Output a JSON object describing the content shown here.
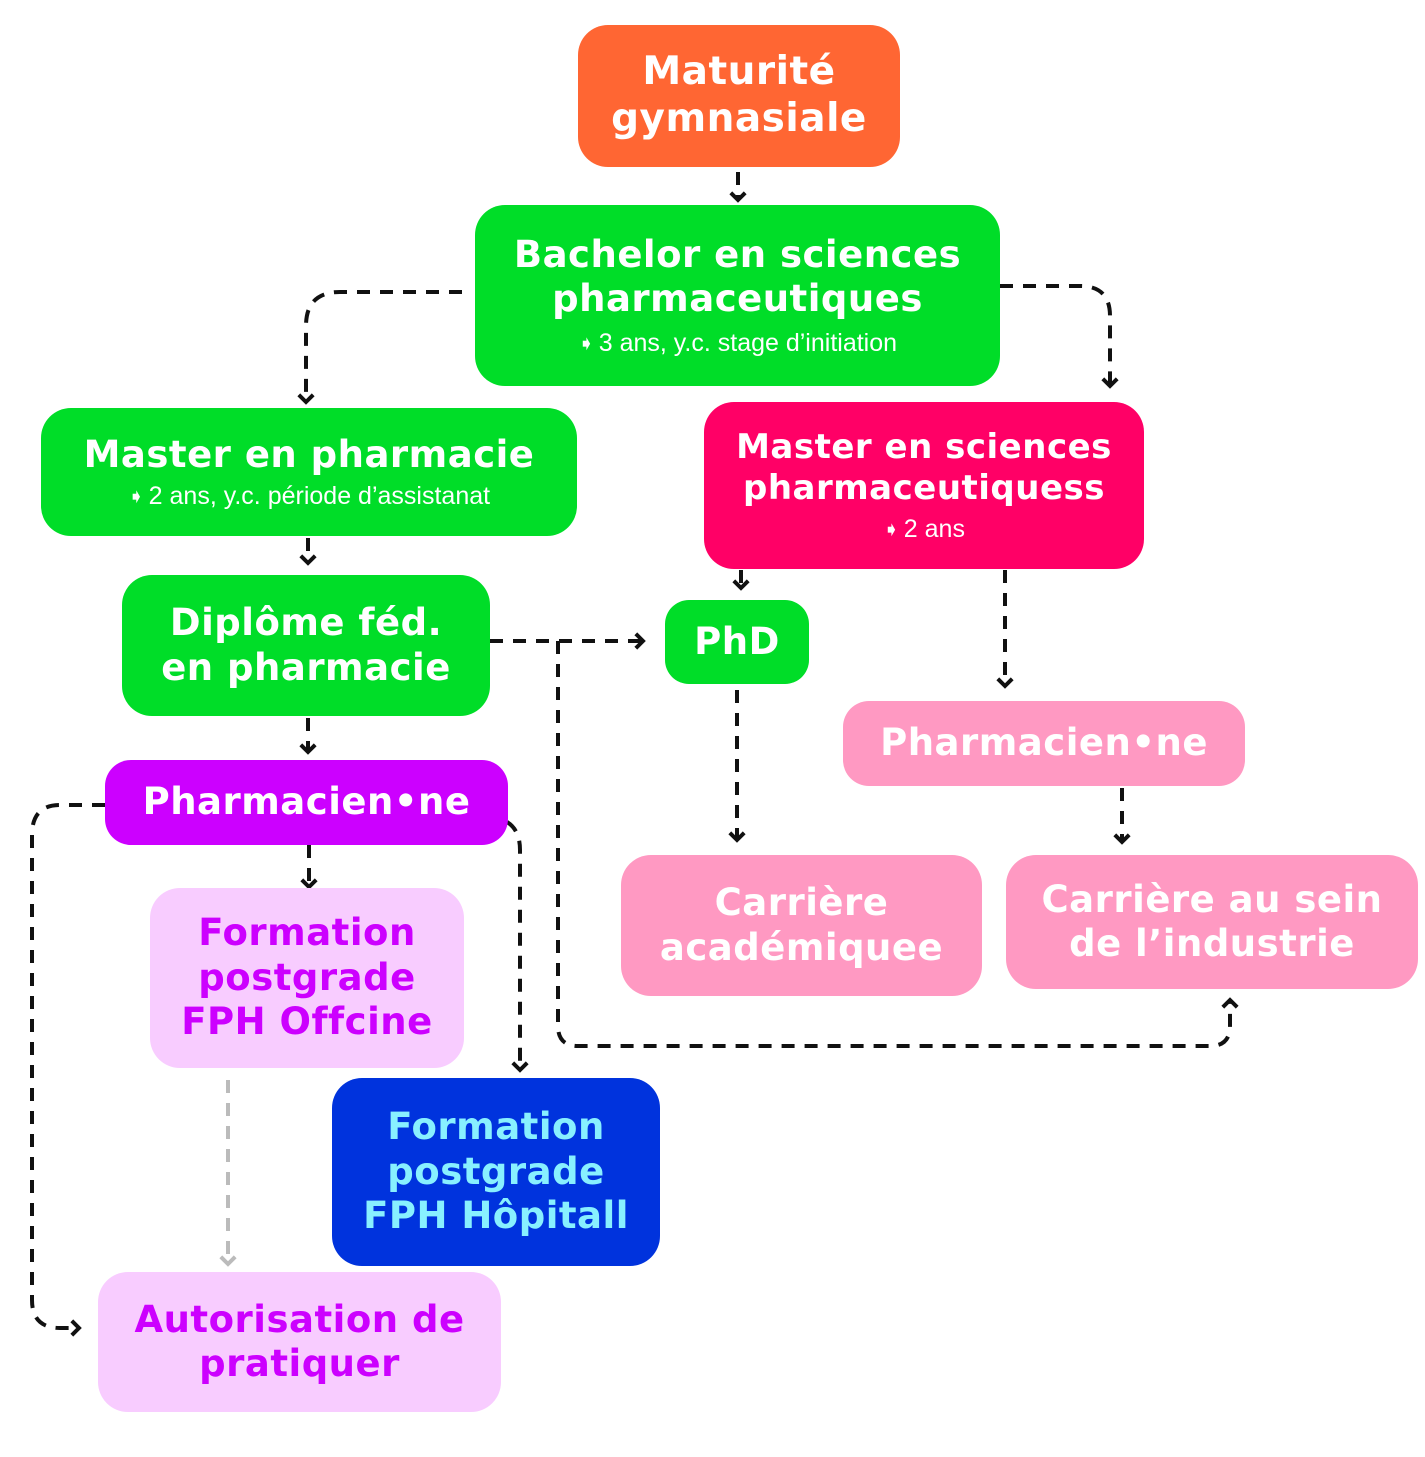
{
  "colors": {
    "orange": "#ff6633",
    "green": "#00dd28",
    "crimson": "#ff0066",
    "purple": "#cc00ff",
    "light_pink": "#ff99c2",
    "lilac": "#f8ccff",
    "blue": "#0033dd",
    "cyan_text": "#88f0ff",
    "white": "#ffffff",
    "arrow_dark": "#111111",
    "arrow_grey": "#bbbbbb"
  },
  "nodes": {
    "maturite": {
      "line1": "Maturité",
      "line2": "gymnasiale"
    },
    "bachelor": {
      "line1": "Bachelor en sciences",
      "line2": "pharmaceutiques",
      "sub": "3 ans, y.c. stage d’initiation"
    },
    "master_pharma": {
      "title": "Master en pharmacie",
      "sub": "2 ans, y.c. période d’assistanat"
    },
    "master_sciences": {
      "line1": "Master en sciences",
      "line2": "pharmaceutiquess",
      "sub": "2 ans"
    },
    "diplome": {
      "line1": "Diplôme féd.",
      "line2": "en pharmacie"
    },
    "phd": {
      "title": "PhD"
    },
    "pharmacien_main": {
      "title": "Pharmacien•ne"
    },
    "pharmacien_right": {
      "title": "Pharmacien•ne"
    },
    "carriere_acad": {
      "line1": "Carrière",
      "line2": "académiquee"
    },
    "carriere_industrie": {
      "line1": "Carrière au sein",
      "line2": "de l’industrie"
    },
    "formation_officine": {
      "line1": "Formation",
      "line2": "postgrade",
      "line3": "FPH Offcine"
    },
    "formation_hopital": {
      "line1": "Formation",
      "line2": "postgrade",
      "line3": "FPH Hôpitall"
    },
    "autorisation": {
      "line1": "Autorisation de",
      "line2": "pratiquer"
    }
  },
  "marker_glyph": "➧"
}
